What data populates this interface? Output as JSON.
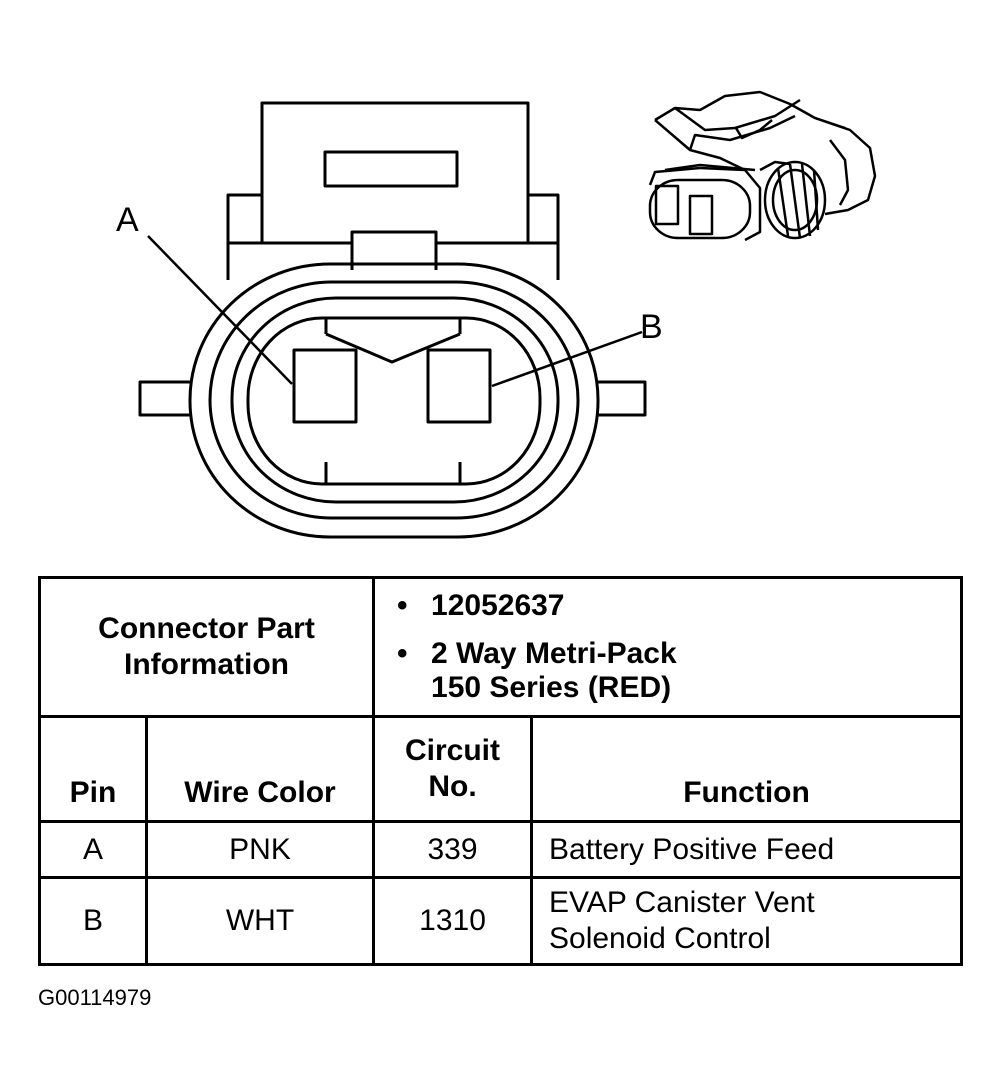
{
  "diagram": {
    "pin_labels": {
      "a": "A",
      "b": "B"
    }
  },
  "connector_info": {
    "header": "Connector Part\nInformation",
    "part_number": "12052637",
    "description_line1": "2 Way Metri-Pack",
    "description_line2": "150 Series (RED)"
  },
  "table": {
    "headers": {
      "pin": "Pin",
      "wire_color": "Wire Color",
      "circuit_line1": "Circuit",
      "circuit_line2": "No.",
      "function": "Function"
    },
    "rows": [
      {
        "pin": "A",
        "wire_color": "PNK",
        "circuit": "339",
        "function_line1": "Battery Positive Feed",
        "function_line2": ""
      },
      {
        "pin": "B",
        "wire_color": "WHT",
        "circuit": "1310",
        "function_line1": "EVAP Canister Vent",
        "function_line2": "Solenoid Control"
      }
    ]
  },
  "figure_id": "G00114979"
}
